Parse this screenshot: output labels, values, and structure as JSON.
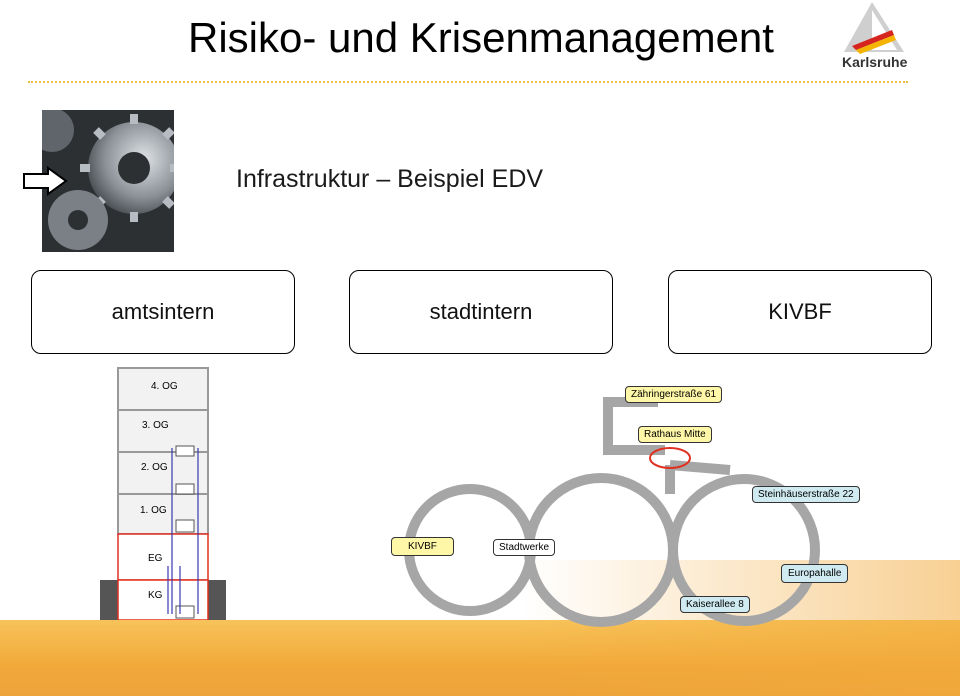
{
  "title": "Risiko- und Krisenmanagement",
  "logo": {
    "text": "Karlsruhe"
  },
  "subtitle": "Infrastruktur – Beispiel EDV",
  "boxes": [
    "amtsintern",
    "stadtintern",
    "KIVBF"
  ],
  "floors": [
    "4. OG",
    "3. OG",
    "2. OG",
    "1.  OG",
    "EG",
    "KG"
  ],
  "locations": {
    "zaehringer": "Zähringerstraße 61",
    "rathaus": "Rathaus Mitte",
    "steinhaeuser": "Steinhäuserstraße 22",
    "kivbf": "KIVBF",
    "stadtwerke": "Stadtwerke",
    "europahalle": "Europahalle",
    "kaiserallee": "Kaiserallee 8"
  },
  "colors": {
    "accent": "#f2a93a",
    "logo_red": "#d6241e",
    "logo_yellow": "#f4b400",
    "link_red": "#e03020"
  }
}
